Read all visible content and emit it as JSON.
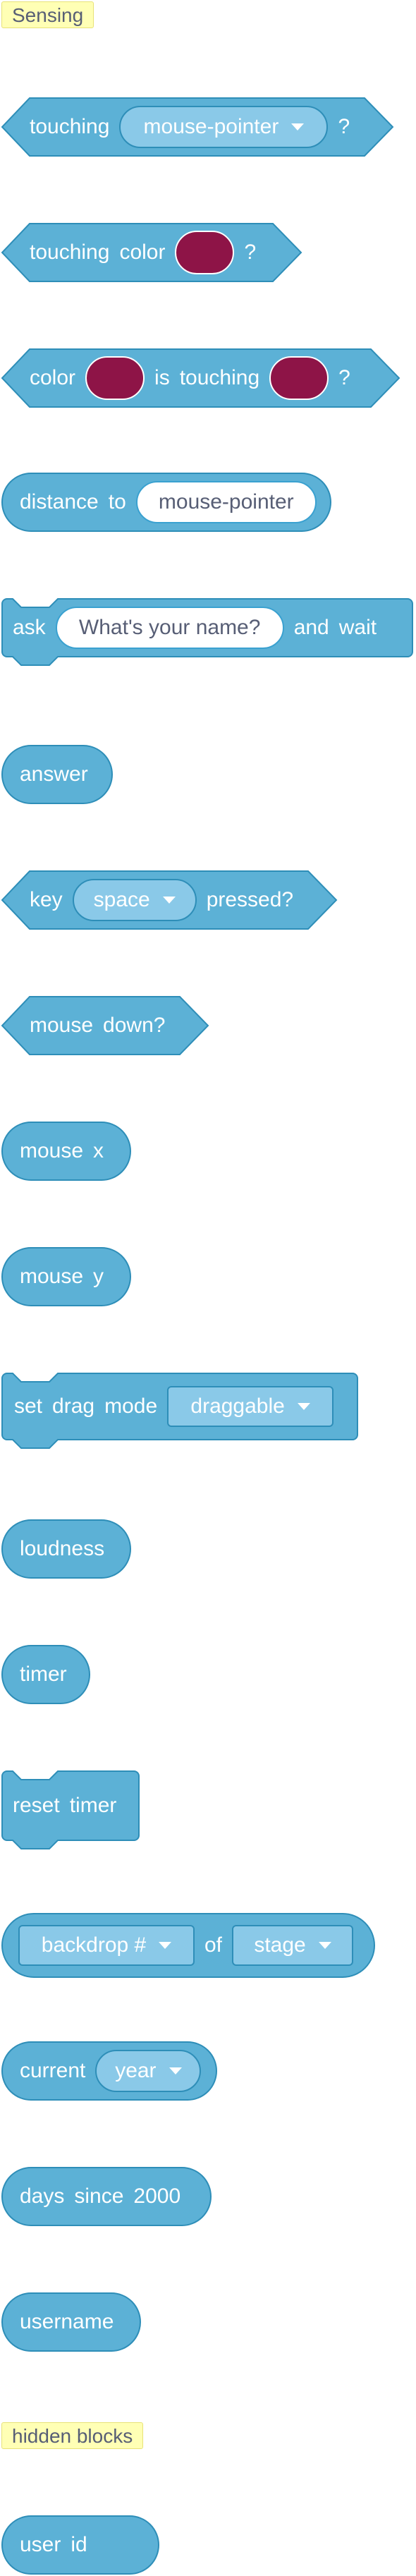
{
  "palette": {
    "category_label": "Sensing",
    "hidden_label": "hidden blocks",
    "colors": {
      "block_fill": "#5cb1d6",
      "block_border": "#2e8eb8",
      "dropdown_fill": "#8ac9e8",
      "swatch_color": "#8e1447",
      "label_bg": "#ffffb5",
      "text": "#ffffff"
    }
  },
  "blocks": {
    "touching": {
      "word": "touching",
      "menu": "mouse-pointer",
      "q": "?"
    },
    "touching_color": {
      "w1": "touching",
      "w2": "color",
      "q": "?"
    },
    "color_touching": {
      "w1": "color",
      "w2": "is",
      "w3": "touching",
      "q": "?"
    },
    "distance": {
      "w1": "distance",
      "w2": "to",
      "menu": "mouse-pointer"
    },
    "ask": {
      "w1": "ask",
      "input": "What's your name?",
      "w2": "and",
      "w3": "wait"
    },
    "answer": {
      "w1": "answer"
    },
    "key": {
      "w1": "key",
      "menu": "space",
      "w2": "pressed?"
    },
    "mouse_down": {
      "w1": "mouse",
      "w2": "down?"
    },
    "mouse_x": {
      "w1": "mouse",
      "w2": "x"
    },
    "mouse_y": {
      "w1": "mouse",
      "w2": "y"
    },
    "drag_mode": {
      "w1": "set",
      "w2": "drag",
      "w3": "mode",
      "menu": "draggable"
    },
    "loudness": {
      "w1": "loudness"
    },
    "timer": {
      "w1": "timer"
    },
    "reset_timer": {
      "w1": "reset",
      "w2": "timer"
    },
    "backdrop_of": {
      "menu1": "backdrop #",
      "w1": "of",
      "menu2": "stage"
    },
    "current": {
      "w1": "current",
      "menu": "year"
    },
    "days_since": {
      "w1": "days",
      "w2": "since",
      "w3": "2000"
    },
    "username": {
      "w1": "username"
    },
    "user_id": {
      "w1": "user",
      "w2": "id"
    }
  }
}
